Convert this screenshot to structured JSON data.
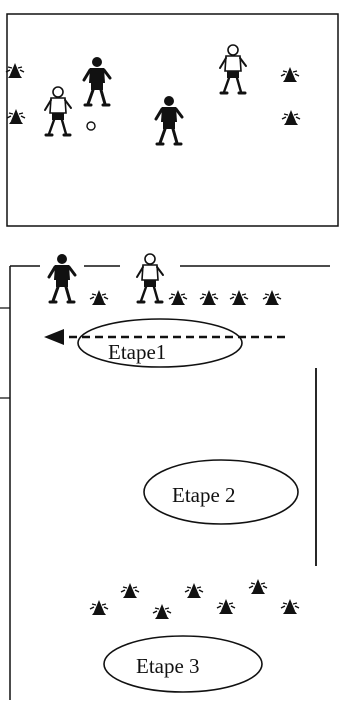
{
  "diagram": {
    "steps": [
      {
        "label": "Etape1"
      },
      {
        "label": "Etape 2"
      },
      {
        "label": "Etape 3"
      }
    ]
  }
}
